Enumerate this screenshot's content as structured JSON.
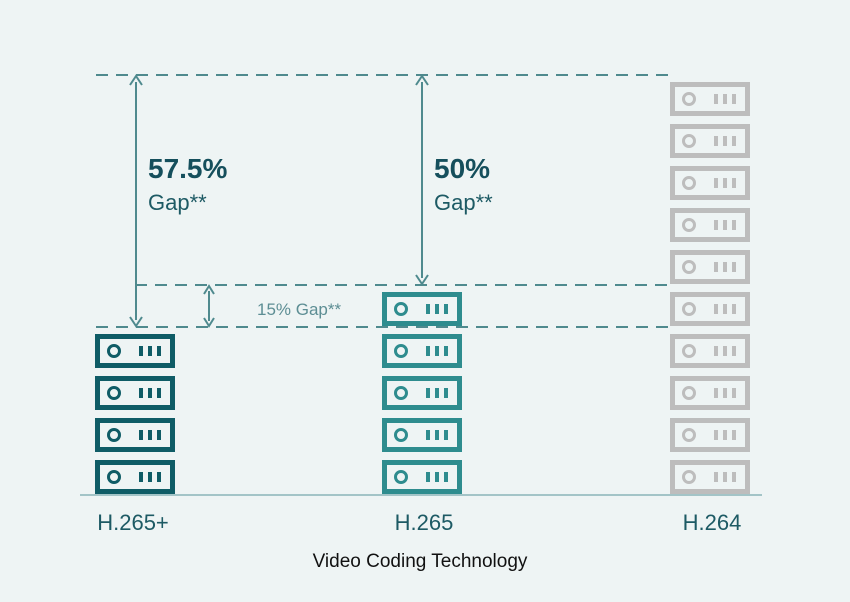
{
  "chart_data": {
    "type": "bar",
    "units": "servers",
    "xlabel": "Video Coding Technology",
    "categories": [
      "H.265+",
      "H.265",
      "H.264"
    ],
    "values": [
      4,
      5,
      10
    ],
    "ylim": [
      0,
      10
    ],
    "annotations": [
      {
        "big": "57.5%",
        "word": "Gap**",
        "from": "H.264",
        "to": "H.265+"
      },
      {
        "big": "50%",
        "word": "Gap**",
        "from": "H.264",
        "to": "H.265"
      },
      {
        "text": "15% Gap**",
        "from": "H.265",
        "to": "H.265+"
      }
    ]
  },
  "colors": {
    "background": "#eef4f4",
    "H.265+": "#0f5c66",
    "H.265": "#2e8c8e",
    "H.264": "#bdbdbd",
    "dashed_line": "#4f8a8e",
    "arrow": "#4f8a8e",
    "baseline": "#8ab4b8"
  },
  "icon": "server-unit-icon"
}
